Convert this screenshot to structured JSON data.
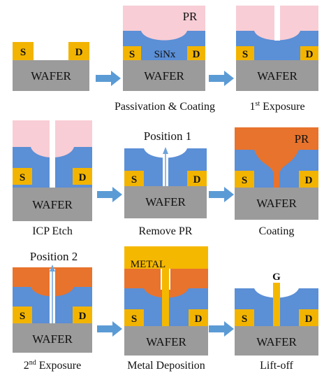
{
  "colors": {
    "wafer": "#9b9b9b",
    "sinx": "#5b8fd6",
    "contact": "#f2b400",
    "pr_light": "#f8cdd5",
    "pr_orange": "#e8732c",
    "metal": "#f5b800",
    "arrow": "#5b9bd5",
    "beam": "#6fa3d9"
  },
  "labels": {
    "wafer": "WAFER",
    "source": "S",
    "drain": "D",
    "pr": "PR",
    "sinx": "SiNx",
    "metal": "METAL",
    "gate": "G",
    "position1": "Position 1",
    "position2": "Position 2"
  },
  "steps": [
    {
      "caption": "",
      "caption_sup": "",
      "caption_after": ""
    },
    {
      "caption": "Passivation & Coating",
      "caption_sup": "",
      "caption_after": ""
    },
    {
      "caption": "1",
      "caption_sup": "st",
      "caption_after": " Exposure"
    },
    {
      "caption": "ICP Etch",
      "caption_sup": "",
      "caption_after": ""
    },
    {
      "caption": "Remove PR",
      "caption_sup": "",
      "caption_after": ""
    },
    {
      "caption": "Coating",
      "caption_sup": "",
      "caption_after": ""
    },
    {
      "caption": "2",
      "caption_sup": "nd",
      "caption_after": " Exposure"
    },
    {
      "caption": "Metal Deposition",
      "caption_sup": "",
      "caption_after": ""
    },
    {
      "caption": "Lift-off",
      "caption_sup": "",
      "caption_after": ""
    }
  ]
}
